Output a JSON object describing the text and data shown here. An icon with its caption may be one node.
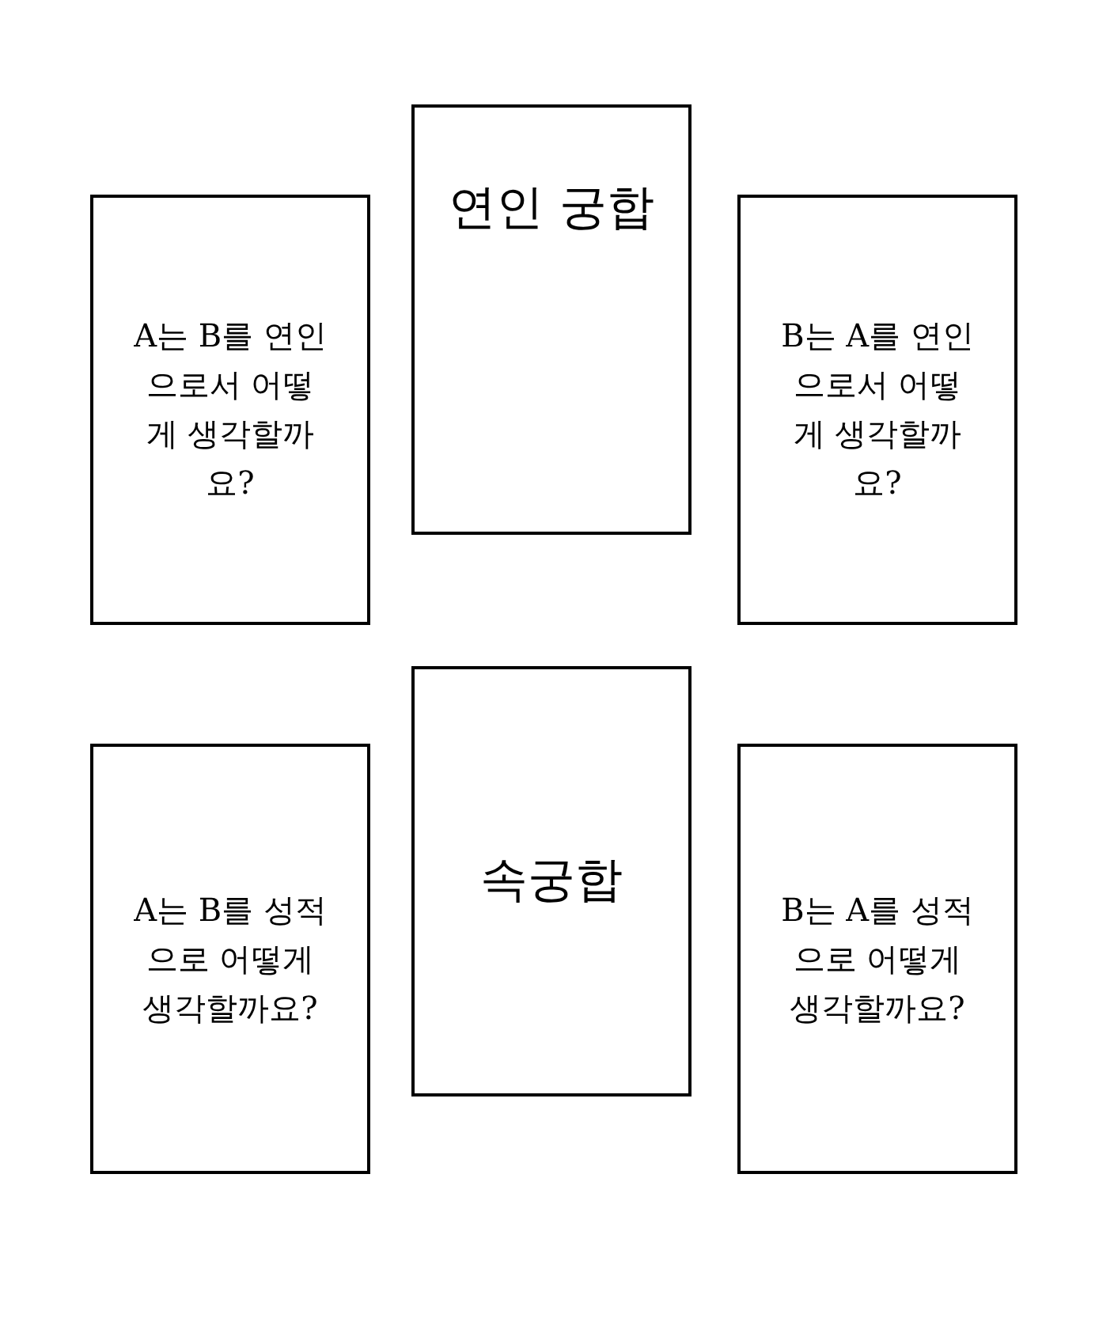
{
  "diagram": {
    "nodes": [
      {
        "text": [
          "A는 B를 연인으로서 어떻게 생각할까요?"
        ]
      },
      {
        "text": [
          "연인 궁합"
        ]
      },
      {
        "text": [
          "B는 A를 연인으로서 어떻게 생각할까요?"
        ]
      },
      {
        "text": [
          "A는 B를 성적으로 어떻게 생각할까요?"
        ]
      },
      {
        "text": [
          "속궁합"
        ]
      },
      {
        "text": [
          "B는 A를 성적으로 어떻게 생각할까요?"
        ]
      }
    ]
  }
}
